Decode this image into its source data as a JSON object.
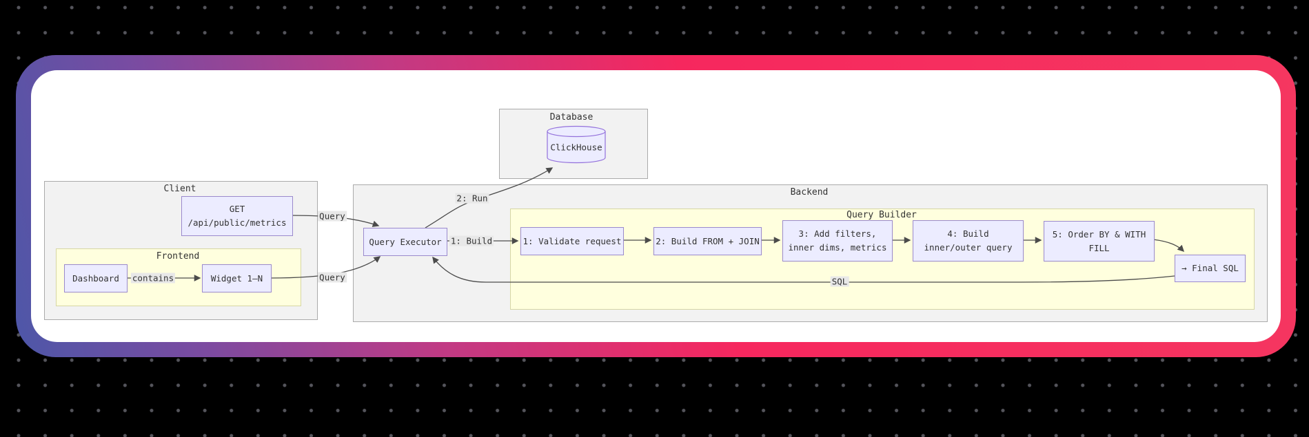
{
  "canvas": {
    "background_color": "#000000",
    "dot_color": "#55555c"
  },
  "frame": {
    "gradient_start": "#4d57a8",
    "gradient_mid": "#7b4ba1",
    "gradient_end": "#f6275e",
    "card_color": "#ffffff"
  },
  "diagram": {
    "colors": {
      "node_fill": "#ECECFF",
      "node_border": "#9370DB",
      "cluster_gray_fill": "#f2f2f2",
      "cluster_yellow_fill": "#ffffde",
      "edge_stroke": "#4b4b4b",
      "edge_label_bg": "#e8e8e8"
    },
    "clusters": {
      "database": "Database",
      "client": "Client",
      "frontend": "Frontend",
      "backend": "Backend",
      "query_builder": "Query Builder"
    },
    "nodes": {
      "clickhouse": "ClickHouse",
      "get_line1": "GET",
      "get_line2": "/api/public/metrics",
      "dashboard": "Dashboard",
      "widget": "Widget 1–N",
      "query_executor": "Query Executor",
      "step1": "1: Validate request",
      "step2": "2: Build FROM + JOIN",
      "step3_line1": "3: Add filters,",
      "step3_line2": "inner dims, metrics",
      "step4_line1": "4: Build",
      "step4_line2": "inner/outer query",
      "step5_line1": "5: Order BY & WITH",
      "step5_line2": "FILL",
      "final_sql": "→ Final SQL"
    },
    "edge_labels": {
      "contains": "contains",
      "query_get": "Query",
      "query_widget": "Query",
      "run": "2: Run",
      "build": "1: Build",
      "sql": "SQL"
    }
  }
}
